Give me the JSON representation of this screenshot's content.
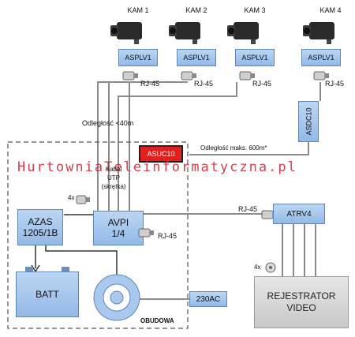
{
  "cameras": [
    {
      "label": "KAM 1",
      "module": "ASPLV1",
      "connector": "RJ-45"
    },
    {
      "label": "KAM 2",
      "module": "ASPLV1",
      "connector": "RJ-45"
    },
    {
      "label": "KAM 3",
      "module": "ASPLV1",
      "connector": "RJ-45"
    },
    {
      "label": "KAM 4",
      "module": "ASPLV1",
      "connector": "RJ-45"
    }
  ],
  "asdc": "ASDC10",
  "asuc": "ASUC10",
  "distance_short": "Odległość <40m",
  "distance_long": "Odległość maks. 600m*",
  "cable": [
    "Kabel",
    "UTP",
    "(skrętka)"
  ],
  "watermark": "HurtowniaTeleinformatyczna.pl",
  "azas": [
    "AZAS",
    "1205/1B"
  ],
  "avpi": [
    "AVPI",
    "1/4"
  ],
  "avpi_count": "4x",
  "avpi_connector": "RJ-45",
  "atrv": "ATRV4",
  "atrv_connector": "RJ-45",
  "bnc_count": "4x",
  "batt": "BATT",
  "power": "230AC",
  "housing": "OBUDOWA",
  "recorder": [
    "REJESTRATOR",
    "VIDEO"
  ],
  "colors": {
    "module_blue": "#a9c8ee",
    "asuc_red": "#e11f1f",
    "line_gray": "#8c8c8c"
  }
}
